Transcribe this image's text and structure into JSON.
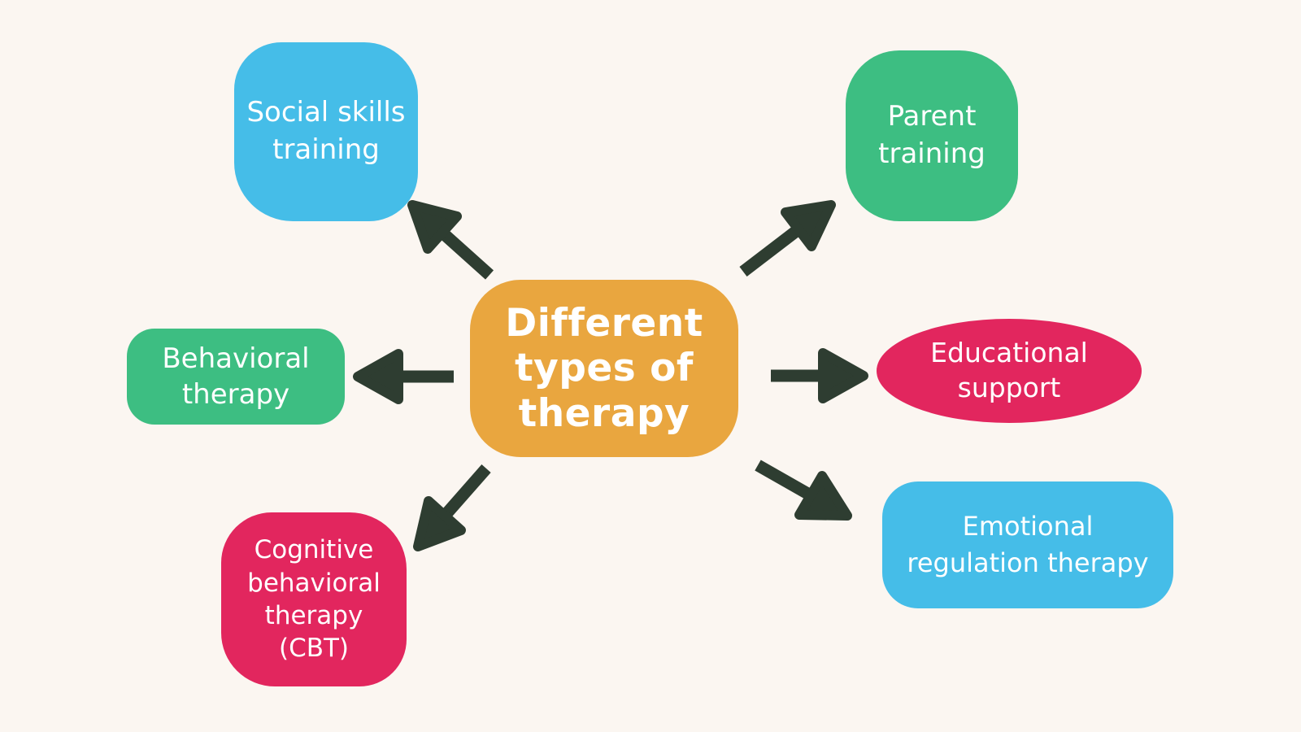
{
  "page": {
    "background": "#FBF6F1"
  },
  "colors": {
    "arrow": "#2E3D31",
    "yellow": "#E9A63F",
    "blue": "#45BDE8",
    "green": "#3DBE82",
    "pink": "#E2265E",
    "text": "#FFFFFF"
  },
  "center": {
    "label": "Different\ntypes of\ntherapy",
    "color": "#E9A63F"
  },
  "nodes": {
    "social": {
      "label": "Social skills\ntraining",
      "color": "#45BDE8",
      "shape": "rounded-blob"
    },
    "parent": {
      "label": "Parent\ntraining",
      "color": "#3DBE82",
      "shape": "rounded-blob"
    },
    "behavioral": {
      "label": "Behavioral\ntherapy",
      "color": "#3DBE82",
      "shape": "rounded-rect"
    },
    "educational": {
      "label": "Educational\nsupport",
      "color": "#E2265E",
      "shape": "ellipse"
    },
    "cbt": {
      "label": "Cognitive\nbehavioral\ntherapy\n(CBT)",
      "color": "#E2265E",
      "shape": "rounded-blob"
    },
    "emotional": {
      "label": "Emotional\nregulation therapy",
      "color": "#45BDE8",
      "shape": "rounded-rect"
    }
  }
}
